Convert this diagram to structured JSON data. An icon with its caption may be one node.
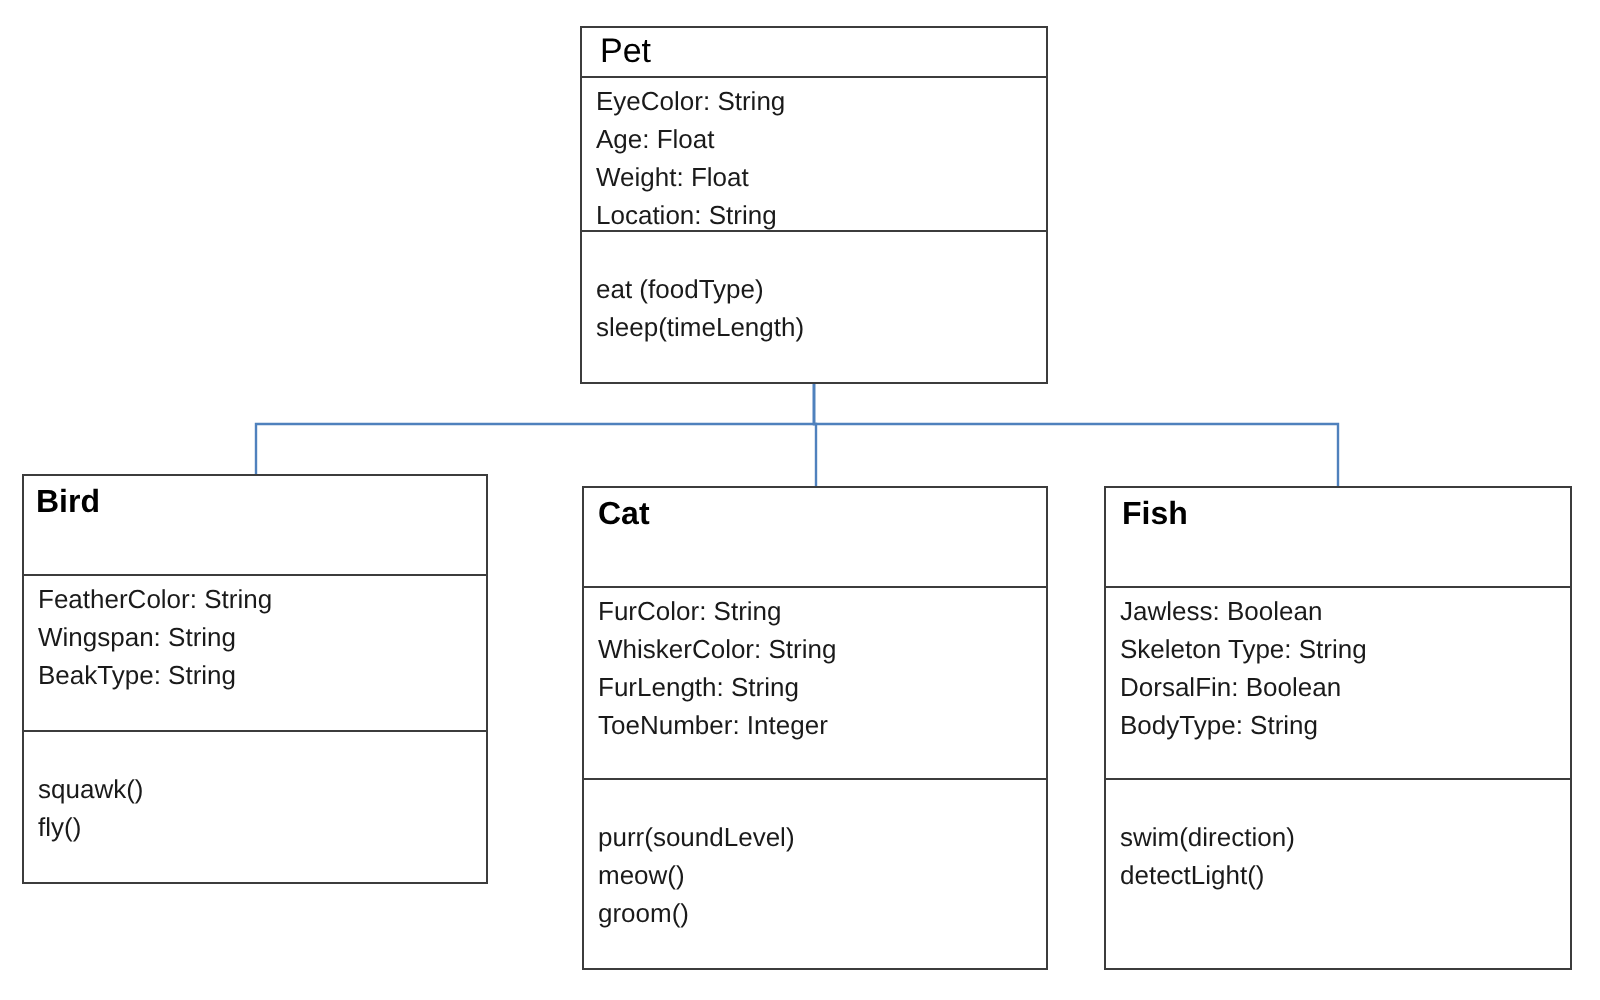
{
  "diagram": {
    "nodes": [
      {
        "text": [
          "Pet"
        ]
      },
      {
        "text": [
          "EyeColor: String",
          "Age: Float",
          "Weight: Float",
          "Location: String"
        ],
        "in": 0
      },
      {
        "text": [
          "eat (foodType)",
          "sleep(timeLength)"
        ],
        "in": 0
      },
      {
        "text": [
          "Bird"
        ]
      },
      {
        "text": [
          "FeatherColor: String",
          "Wingspan: String",
          "BeakType: String"
        ],
        "in": 3
      },
      {
        "text": [
          "squawk()",
          "fly()"
        ],
        "in": 3
      },
      {
        "text": [
          "Cat"
        ]
      },
      {
        "text": [
          "FurColor: String",
          "WhiskerColor: String",
          "FurLength: String",
          "ToeNumber: Integer"
        ],
        "in": 6
      },
      {
        "text": [
          "purr(soundLevel)",
          "meow()",
          "groom()"
        ],
        "in": 6
      },
      {
        "text": [
          "Fish"
        ]
      },
      {
        "text": [
          "Jawless: Boolean",
          "Skeleton Type: String",
          "DorsalFin: Boolean",
          "BodyType: String"
        ],
        "in": 9
      },
      {
        "text": [
          "swim(direction)",
          "detectLight()"
        ],
        "in": 9
      }
    ],
    "edges": [
      {
        "from": 0,
        "to": 3,
        "arrow": "none"
      },
      {
        "from": 0,
        "to": 6,
        "arrow": "none"
      },
      {
        "from": 0,
        "to": 9,
        "arrow": "none"
      }
    ]
  }
}
